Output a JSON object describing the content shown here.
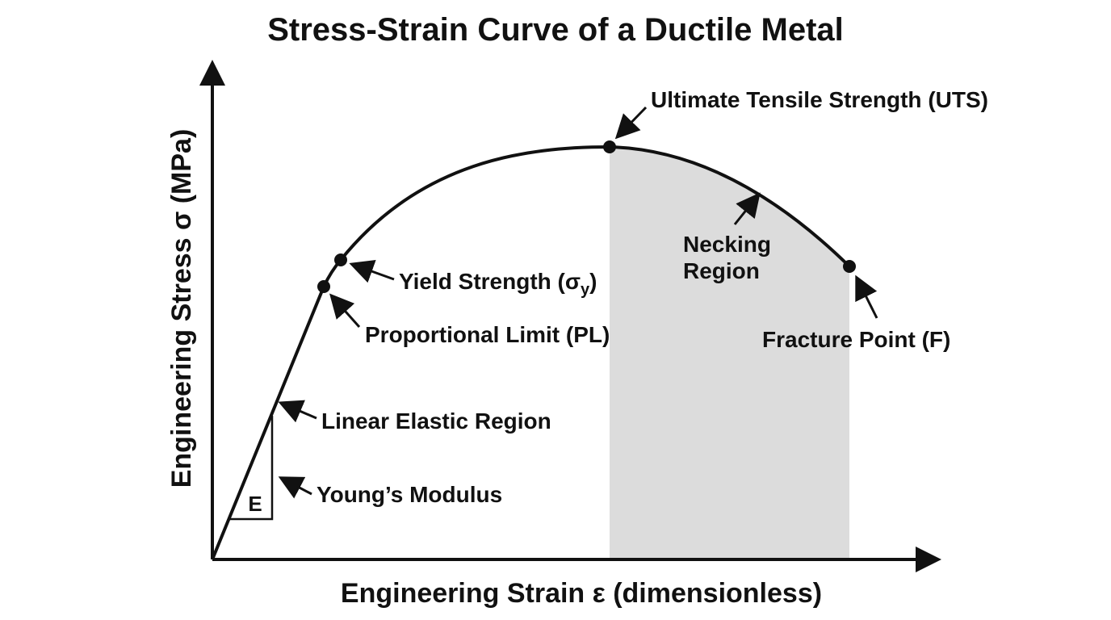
{
  "title": "Stress-Strain Curve of a Ductile Metal",
  "x_axis_label": "Engineering Strain ε (dimensionless)",
  "y_axis_label": "Engineering Stress σ (MPa)",
  "annotations": {
    "uts": "Ultimate Tensile Strength (UTS)",
    "yield_prefix": "Yield Strength (σ",
    "yield_subscript": "y",
    "yield_suffix": ")",
    "proportional_limit": "Proportional Limit (PL)",
    "linear_elastic": "Linear Elastic Region",
    "youngs_modulus": "Young’s Modulus",
    "modulus_symbol": "E",
    "necking_line1": "Necking",
    "necking_line2": "Region",
    "fracture": "Fracture Point (F)"
  },
  "colors": {
    "curve": "#111111",
    "necking_fill": "#dcdcdc",
    "background": "#ffffff"
  }
}
